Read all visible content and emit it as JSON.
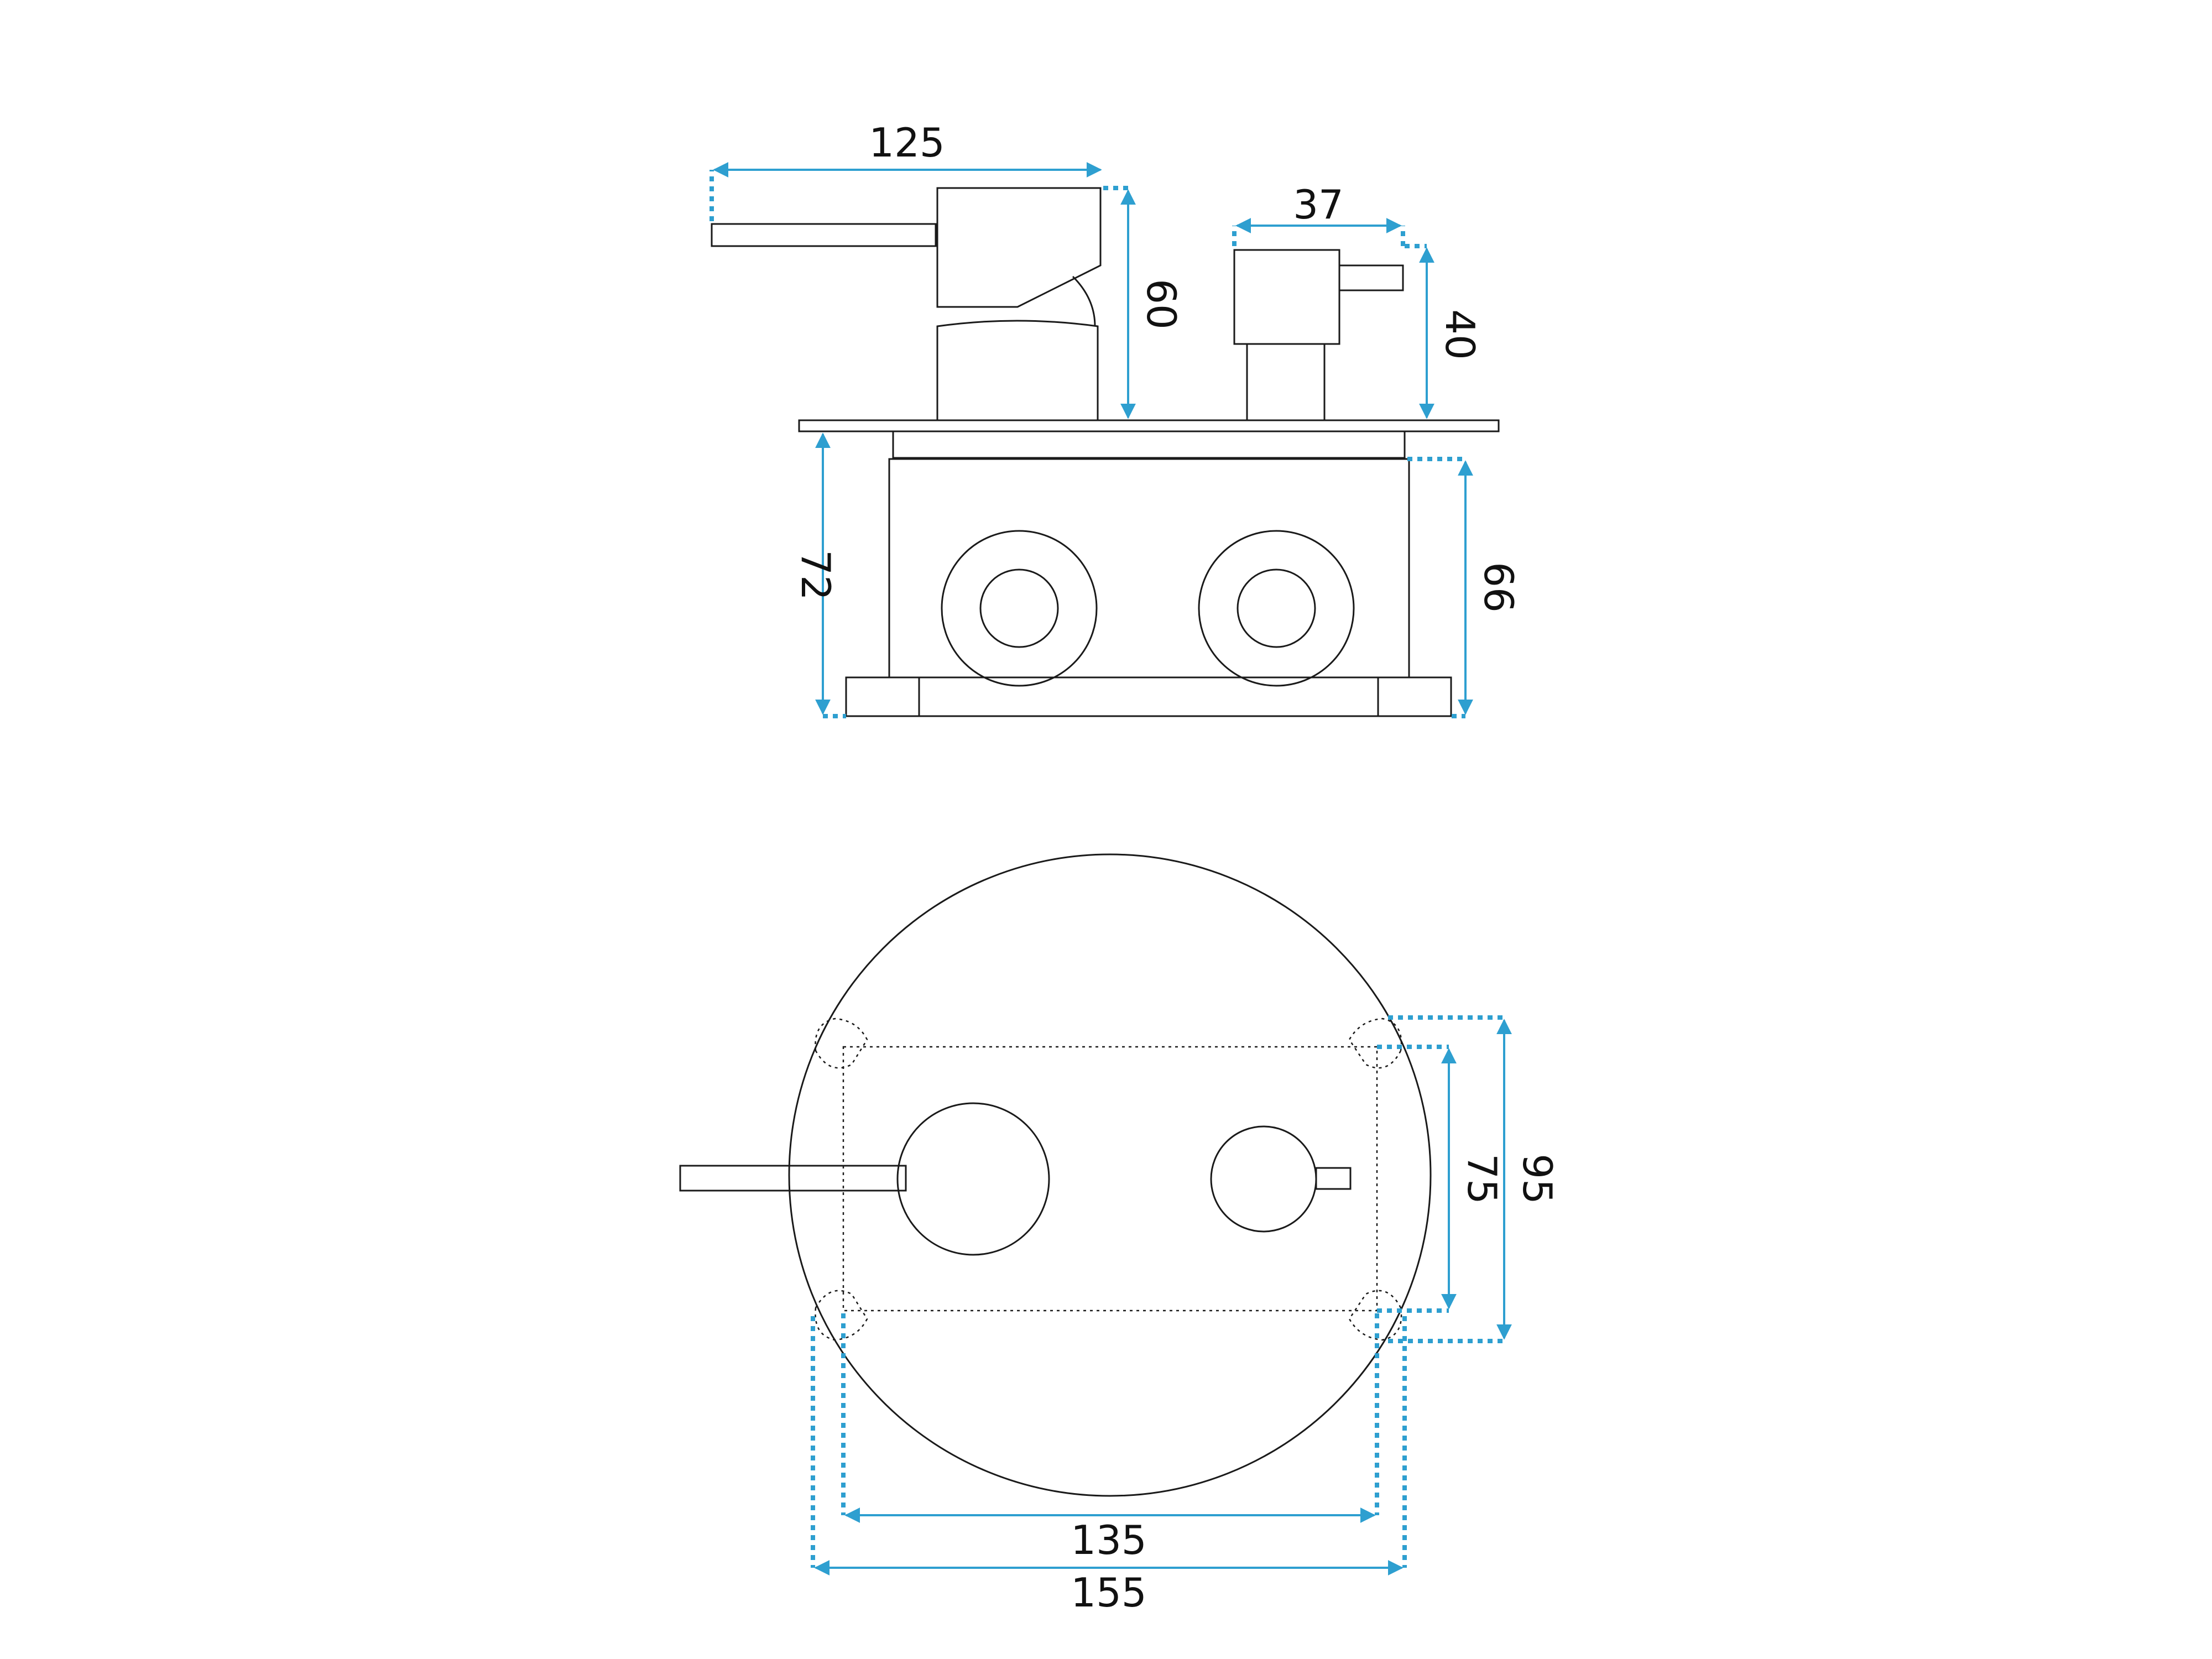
{
  "dimensions": {
    "handle_length": "125",
    "lever_height": "60",
    "diverter_width": "37",
    "diverter_height": "40",
    "box_depth_total": "72",
    "box_depth": "66",
    "hole_spacing_vertical_inner": "75",
    "hole_spacing_vertical_outer": "95",
    "hole_spacing_horizontal_inner": "135",
    "hole_spacing_horizontal_outer": "155"
  },
  "colors": {
    "dimension_lines": "#2e9fd0",
    "part_outlines": "#1a1a1a"
  }
}
